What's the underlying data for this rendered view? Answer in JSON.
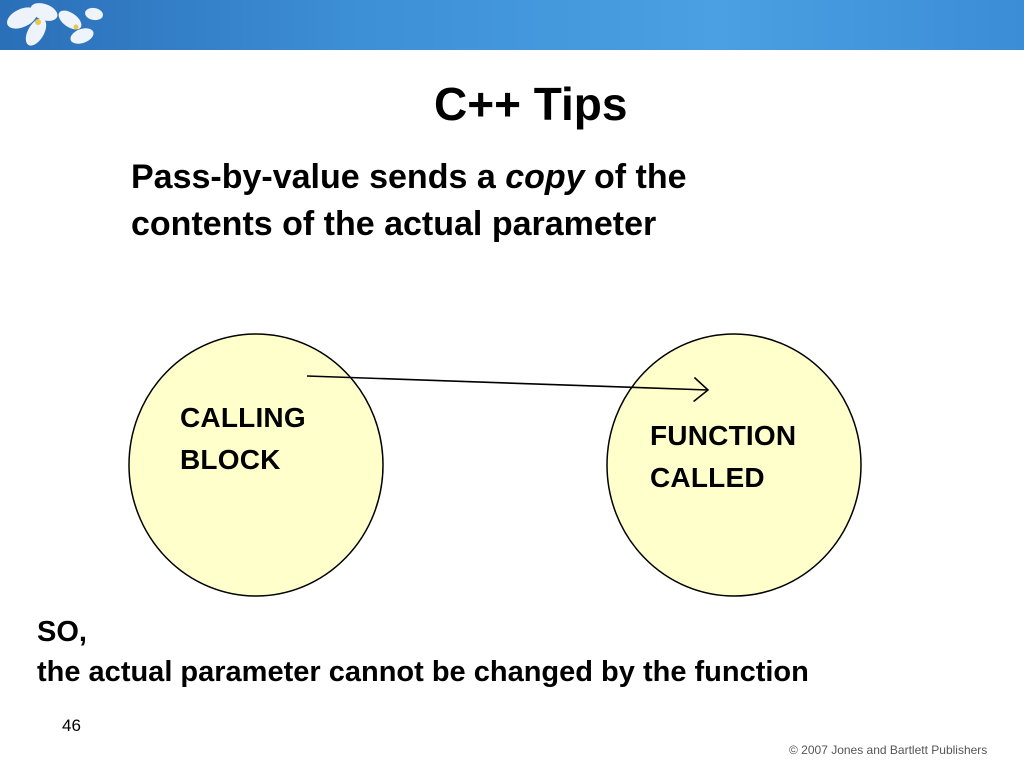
{
  "slide": {
    "title": "C++ Tips",
    "body": {
      "line1_before": "Pass-by-value sends a ",
      "line1_emphasis": "copy",
      "line1_after": " of the",
      "line2": "contents of the actual  parameter"
    },
    "diagram": {
      "calling_block": {
        "line1": "CALLING",
        "line2": "BLOCK"
      },
      "function_called": {
        "line1": "FUNCTION",
        "line2": "CALLED"
      },
      "circle_fill": "#ffffcc",
      "circle_stroke": "#000000"
    },
    "conclusion": {
      "line1": "SO,",
      "line2": "the actual parameter cannot be changed by the function"
    },
    "page_number": "46",
    "copyright": "© 2007 Jones and Bartlett Publishers",
    "colors": {
      "banner": "#3d8fd6",
      "text": "#000000"
    }
  }
}
